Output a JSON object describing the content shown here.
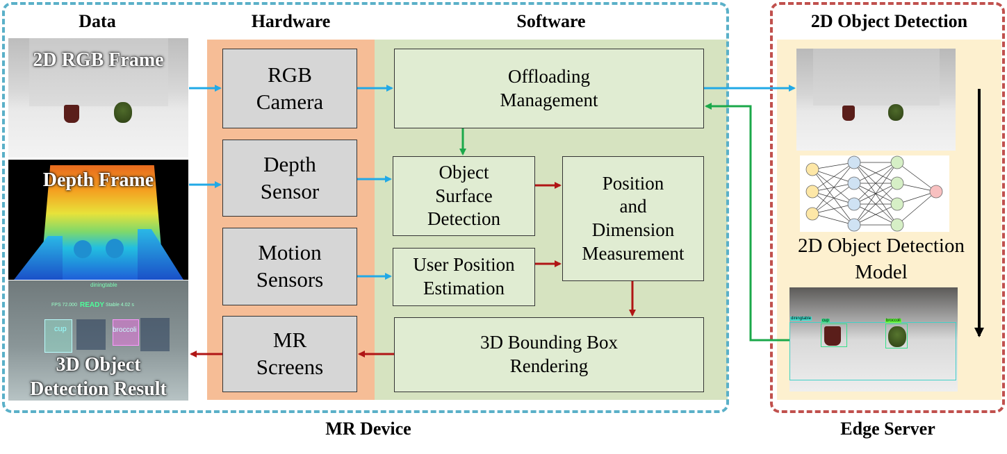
{
  "sections": {
    "data": "Data",
    "hardware": "Hardware",
    "software": "Software",
    "detection": "2D Object Detection"
  },
  "groups": {
    "mr_device": "MR Device",
    "edge_server": "Edge Server"
  },
  "images": {
    "rgb": "2D RGB Frame",
    "depth": "Depth Frame",
    "result_line1": "3D Object",
    "result_line2": "Detection Result"
  },
  "hardware": {
    "rgb_camera": [
      "RGB",
      "Camera"
    ],
    "depth_sensor": [
      "Depth",
      "Sensor"
    ],
    "motion_sensors": [
      "Motion",
      "Sensors"
    ],
    "mr_screens": [
      "MR",
      "Screens"
    ]
  },
  "software": {
    "offloading": [
      "Offloading",
      "Management"
    ],
    "surface": [
      "Object",
      "Surface",
      "Detection"
    ],
    "user_position": [
      "User Position",
      "Estimation"
    ],
    "position_dimension": [
      "Position",
      "and",
      "Dimension",
      "Measurement"
    ],
    "rendering": [
      "3D Bounding Box",
      "Rendering"
    ]
  },
  "edge": {
    "model": [
      "2D Object Detection",
      "Model"
    ],
    "labels": {
      "dining_table": "diningtable",
      "cup": "cup",
      "broccoli": "broccoli"
    }
  },
  "hud": {
    "top": "diningtable",
    "left": "FPS 72.000",
    "ready": "READY",
    "right": "Stable 4.02 s",
    "cup": "cup",
    "broccoli": "broccoli"
  },
  "colors": {
    "mr_border": "#5ab0c8",
    "edge_border": "#c0504d",
    "hardware_bg": "#f6bd96",
    "software_bg": "#d6e3c0",
    "edge_bg": "#fdf0cf",
    "arrow_blue": "#21a9e6",
    "arrow_red": "#b01515",
    "arrow_green": "#1ba84a"
  }
}
